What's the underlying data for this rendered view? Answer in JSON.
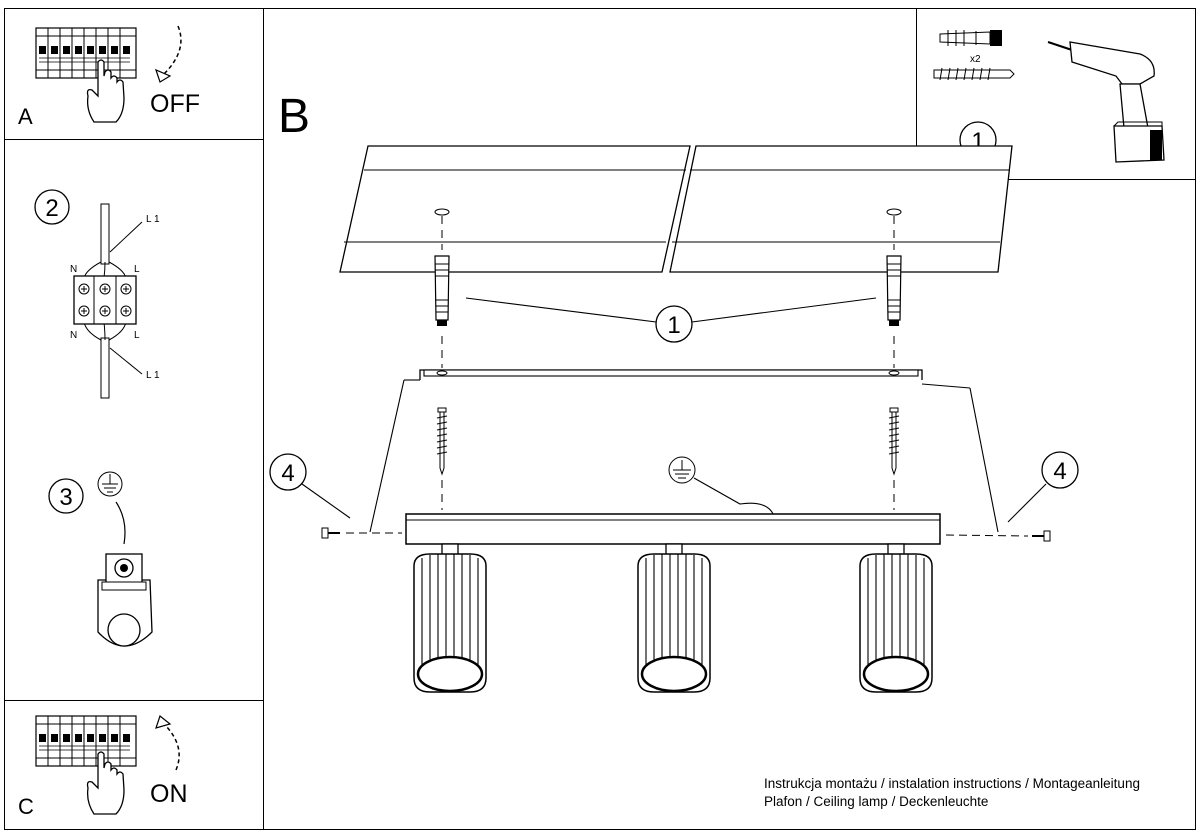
{
  "panels": {
    "a": {
      "letter": "A",
      "state": "OFF"
    },
    "c": {
      "letter": "C",
      "state": "ON"
    },
    "b": {
      "letter": "B"
    }
  },
  "steps": {
    "one": "1",
    "two": "2",
    "three": "3",
    "four": "4"
  },
  "wiring": {
    "n": "N",
    "l": "L",
    "l1": "L 1"
  },
  "kit": {
    "quantity": "x2"
  },
  "footer": {
    "line1": "Instrukcja montażu / instalation instructions / Montageanleitung",
    "line2": "Plafon / Ceiling lamp / Deckenleuchte"
  },
  "icons": [
    "breaker-switch-icon",
    "hand-icon",
    "curved-arrow-icon",
    "wall-plug-icon",
    "screw-icon",
    "drill-icon",
    "earth-ground-icon",
    "terminal-block-icon",
    "spotlight-icon"
  ]
}
